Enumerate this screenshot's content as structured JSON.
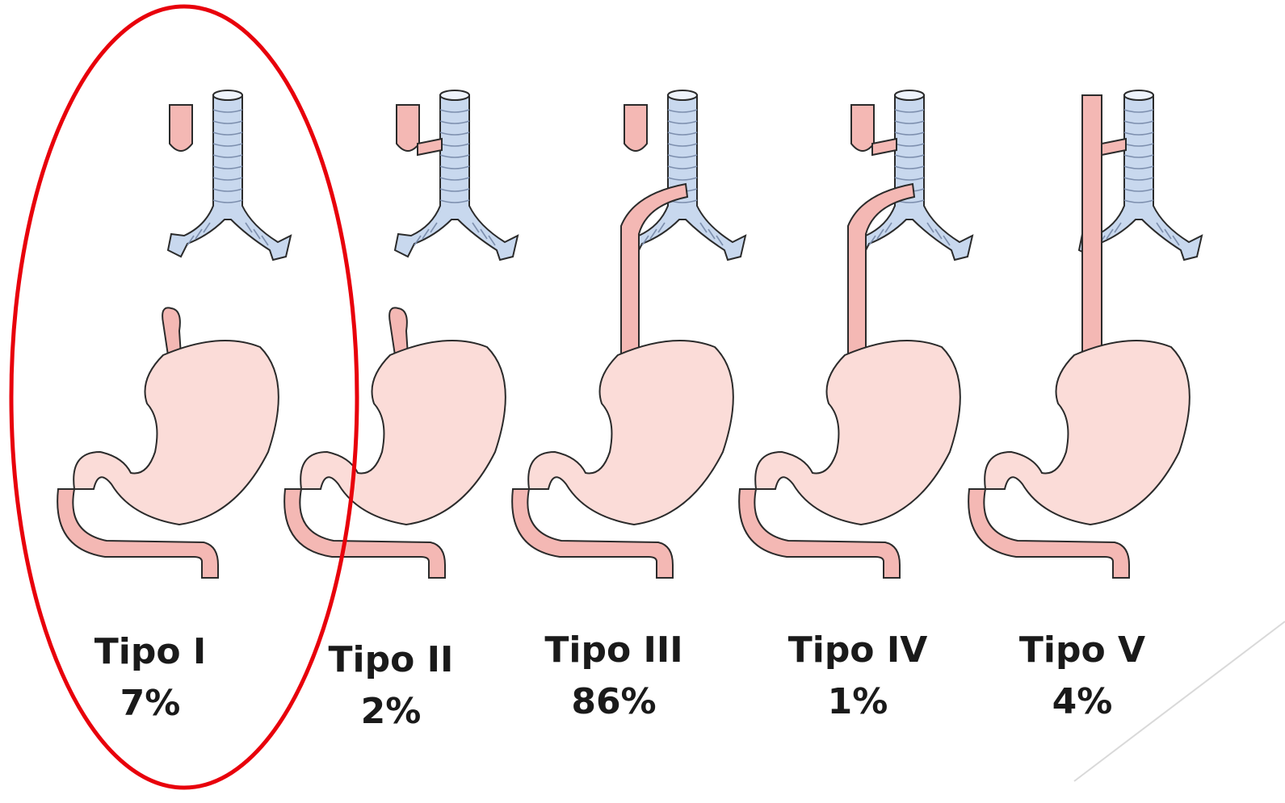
{
  "colors": {
    "esophagus_fill": "#f4b8b4",
    "stomach_fill": "#fbdcd8",
    "trachea_fill": "#c8d8ee",
    "outline": "#2b2b2b",
    "highlight_ellipse": "#e8000b"
  },
  "types": [
    {
      "name": "Tipo I",
      "percent": "7%",
      "upper_segment": "pouch",
      "lower_segment": "blind",
      "fistula_upper": false,
      "fistula_lower": false,
      "highlighted": true
    },
    {
      "name": "Tipo II",
      "percent": "2%",
      "upper_segment": "pouch",
      "lower_segment": "blind",
      "fistula_upper": true,
      "fistula_lower": false,
      "highlighted": false
    },
    {
      "name": "Tipo III",
      "percent": "86%",
      "upper_segment": "pouch",
      "lower_segment": "to-trachea",
      "fistula_upper": false,
      "fistula_lower": true,
      "highlighted": false
    },
    {
      "name": "Tipo IV",
      "percent": "1%",
      "upper_segment": "pouch",
      "lower_segment": "to-trachea",
      "fistula_upper": true,
      "fistula_lower": true,
      "highlighted": false
    },
    {
      "name": "Tipo V",
      "percent": "4%",
      "upper_segment": "continuous",
      "lower_segment": "continuous",
      "fistula_upper": true,
      "fistula_lower": false,
      "highlighted": false
    }
  ],
  "highlight": {
    "target": "Tipo I"
  }
}
